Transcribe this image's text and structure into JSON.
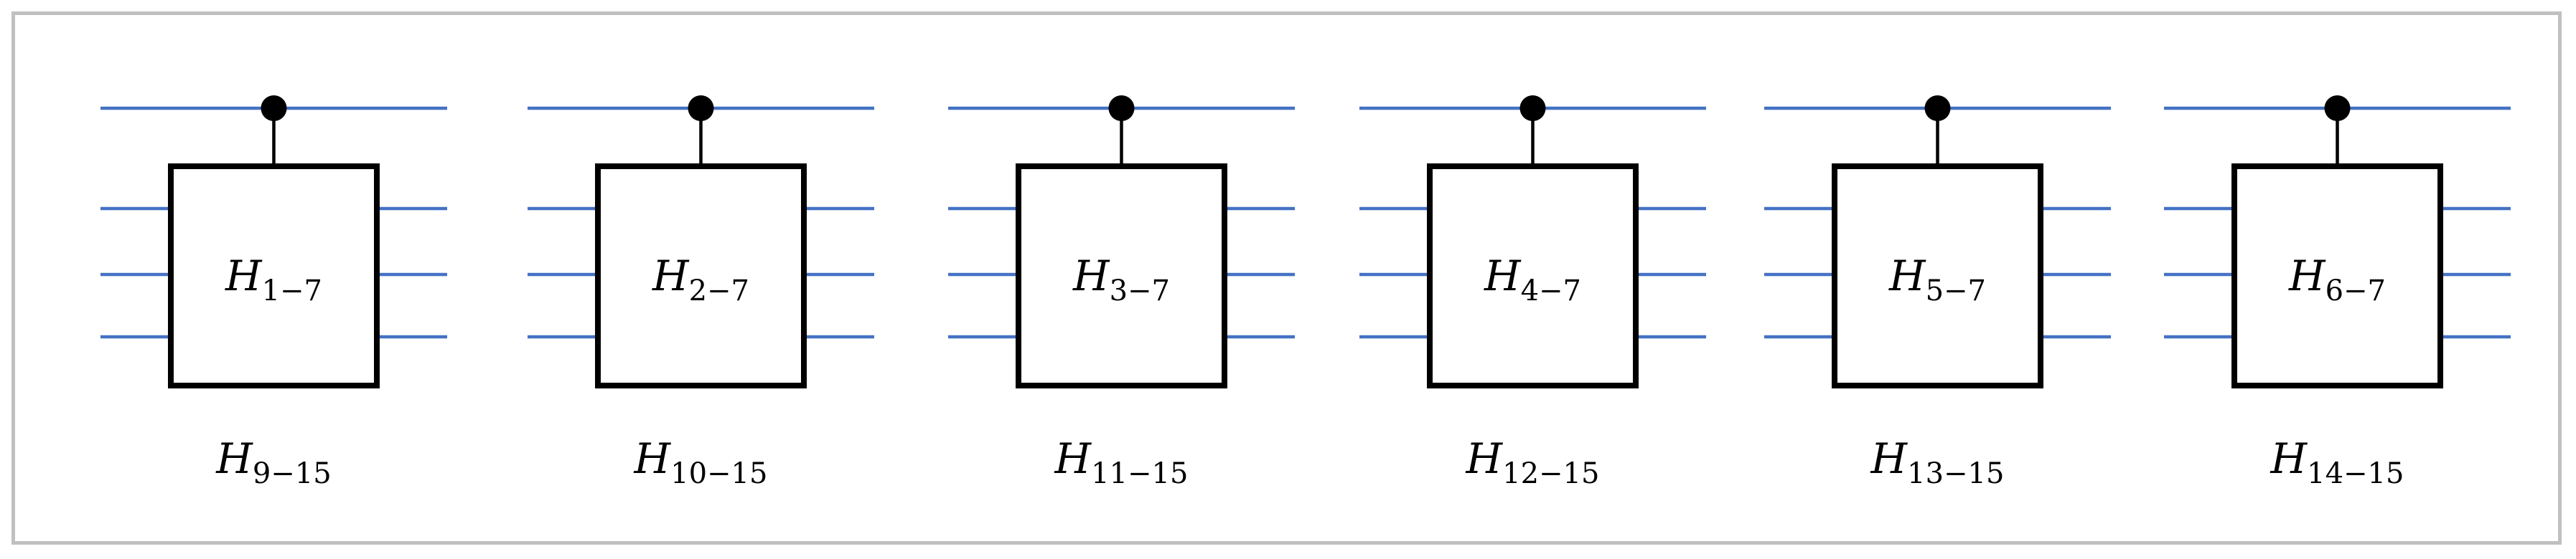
{
  "colors": {
    "wire": "#4472c4",
    "gate": "#000000",
    "frame": "#c0c0c0"
  },
  "gates": [
    {
      "symbol": "H",
      "box_subscript": "1−7",
      "below_symbol": "H",
      "below_subscript": "9−15"
    },
    {
      "symbol": "H",
      "box_subscript": "2−7",
      "below_symbol": "H",
      "below_subscript": "10−15"
    },
    {
      "symbol": "H",
      "box_subscript": "3−7",
      "below_symbol": "H",
      "below_subscript": "11−15"
    },
    {
      "symbol": "H",
      "box_subscript": "4−7",
      "below_symbol": "H",
      "below_subscript": "12−15"
    },
    {
      "symbol": "H",
      "box_subscript": "5−7",
      "below_symbol": "H",
      "below_subscript": "13−15"
    },
    {
      "symbol": "H",
      "box_subscript": "6−7",
      "below_symbol": "H",
      "below_subscript": "14−15"
    }
  ]
}
